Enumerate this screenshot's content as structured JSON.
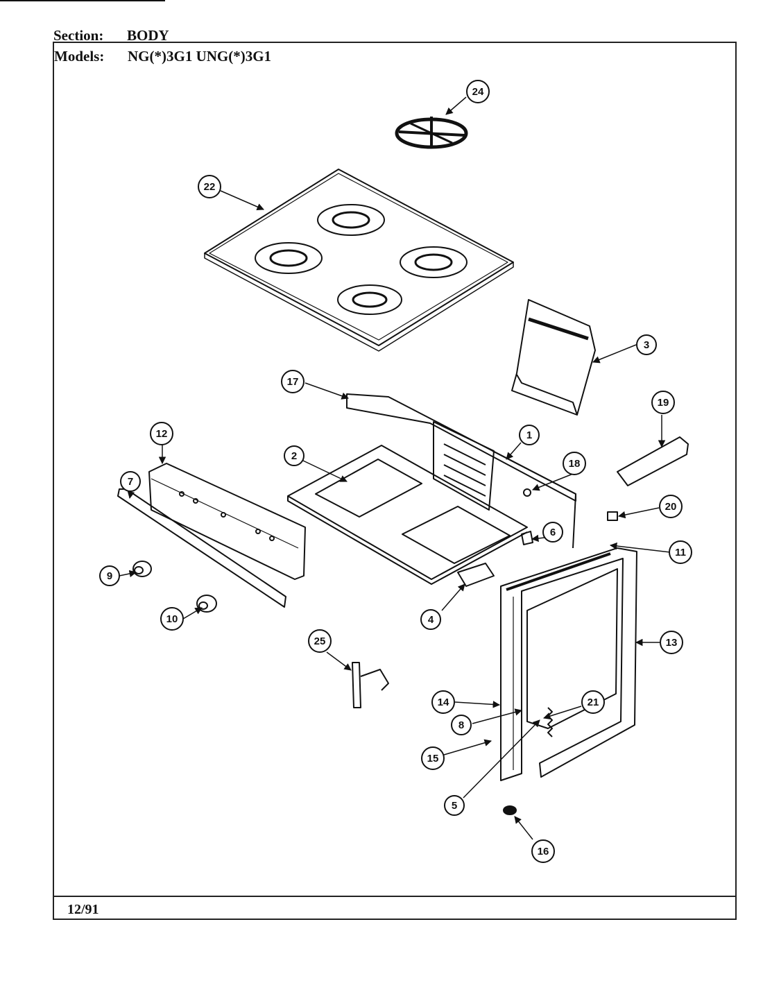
{
  "header": {
    "section_label": "Section:",
    "section_value": "BODY",
    "models_label": "Models:",
    "models_value": "NG(*)3G1  UNG(*)3G1"
  },
  "footer": {
    "date": "12/91"
  },
  "callouts": [
    "1",
    "2",
    "3",
    "4",
    "5",
    "6",
    "7",
    "8",
    "9",
    "10",
    "11",
    "12",
    "13",
    "14",
    "15",
    "16",
    "17",
    "18",
    "19",
    "20",
    "21",
    "22",
    "24",
    "25"
  ]
}
